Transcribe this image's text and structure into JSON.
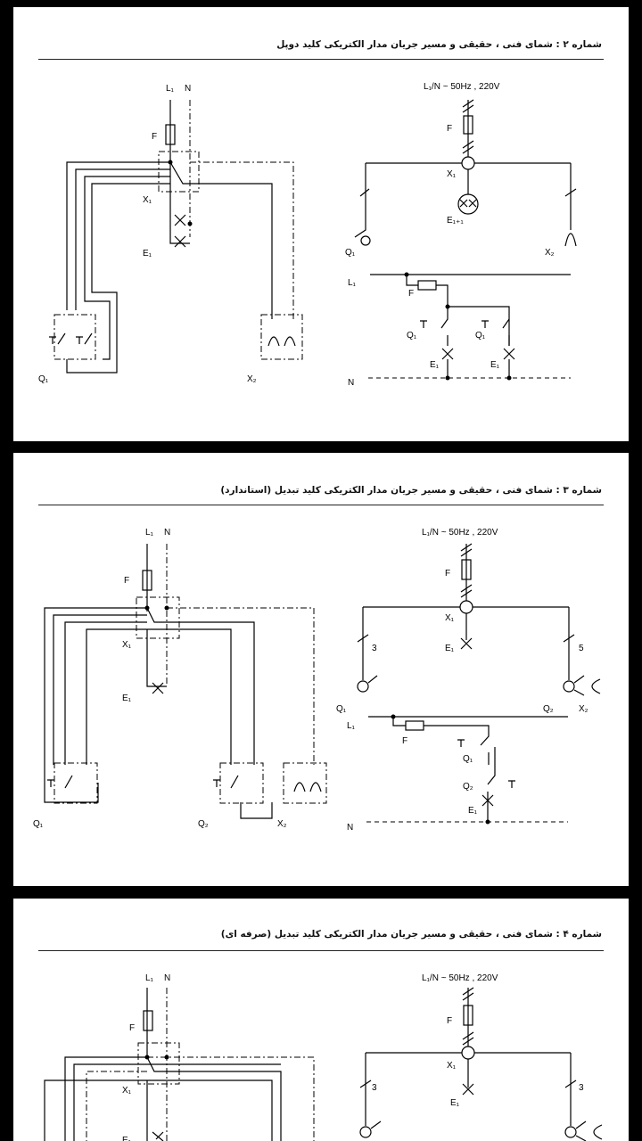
{
  "diagrams": [
    {
      "title": "شماره ۲ : شمای فنی ، حقیقی و مسیر جریان مدار الکتریکی کلید دوپل",
      "supply": "L₁/N ~ 50Hz , 220V",
      "labels": {
        "L1": "L₁",
        "N": "N",
        "F": "F",
        "X1": "X₁",
        "E1": "E₁",
        "E11": "E₁₊₁",
        "Q1": "Q₁",
        "X2": "X₂"
      }
    },
    {
      "title": "شماره ۳ : شمای فنی ، حقیقی و مسیر جریان مدار الکتریکی کلید تبدیل (استاندارد)",
      "supply": "L₁/N ~ 50Hz , 220V",
      "labels": {
        "L1": "L₁",
        "N": "N",
        "F": "F",
        "X1": "X₁",
        "E1": "E₁",
        "Q1": "Q₁",
        "Q2": "Q₂",
        "X2": "X₂",
        "n3": "3",
        "n5": "5"
      }
    },
    {
      "title": "شماره ۴ : شمای فنی ، حقیقی و مسیر جریان مدار الکتریکی کلید تبدیل (صرفه ای)",
      "supply": "L₁/N ~ 50Hz , 220V",
      "labels": {
        "L1": "L₁",
        "N": "N",
        "F": "F",
        "X1": "X₁",
        "E1": "E₁",
        "n3a": "3",
        "n3b": "3"
      }
    }
  ],
  "colors": {
    "background": "#000000",
    "card": "#ffffff",
    "ink": "#000000"
  }
}
